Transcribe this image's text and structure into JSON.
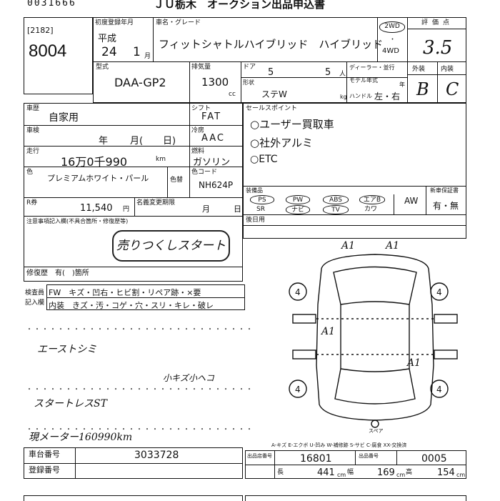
{
  "header": {
    "serial": "0031666",
    "title": "ＪＵ栃木　オークション出品申込書"
  },
  "lot": {
    "code": "[2182]",
    "number": "8004"
  },
  "registration": {
    "label": "初度登録年月",
    "era": "平成",
    "year": "24",
    "month": "1",
    "month_unit": "月"
  },
  "car_name": {
    "label": "車名・グレード",
    "value": "フィットシャトルハイブリッド　ハイブリッド"
  },
  "drive": {
    "option1": "2WD",
    "sep": "・",
    "option2": "4WD"
  },
  "grade": {
    "label": "評価点",
    "value": "3.5"
  },
  "model": {
    "label": "型式",
    "value": "DAA-GP2"
  },
  "displacement": {
    "label": "排気量",
    "value": "1300",
    "unit": "cc"
  },
  "doors": {
    "label": "ドア",
    "value": "5"
  },
  "capacity": {
    "value": "5",
    "unit": "人"
  },
  "dealer_label": "ディーラー・並行",
  "shape_label": "形状",
  "shape_value": "ステW",
  "load_unit": "kg",
  "model_year_label": "モデル年式",
  "model_year_unit": "年",
  "handle": {
    "label": "ハンドル",
    "value": "左・右"
  },
  "exterior": {
    "label": "外装",
    "value": "B"
  },
  "interior": {
    "label": "内装",
    "value": "C"
  },
  "usage": {
    "label": "車歴",
    "value": "自家用"
  },
  "shift": {
    "label": "シフト",
    "value": "FAT"
  },
  "inspection": {
    "label": "車検",
    "year": "年",
    "month": "月(",
    "day": "日)"
  },
  "aircon": {
    "label": "冷房",
    "value": "AAC"
  },
  "mileage": {
    "label": "走行",
    "value": "16万0千990",
    "unit": "km"
  },
  "fuel": {
    "label": "燃料",
    "value": "ガソリン"
  },
  "color": {
    "label": "色",
    "value": "プレミアムホワイト・パール"
  },
  "color_change_label": "色替",
  "color_code": {
    "label": "色コード",
    "value": "NH624P"
  },
  "tax": {
    "label": "R券",
    "value": "11,540",
    "unit": "円"
  },
  "recycle": {
    "label": "名義変更期限",
    "unit": "月",
    "day": "日"
  },
  "notes_label": "注意事項記入欄(不具合箇所・修復歴等)",
  "stamp_text": "売りつくしスタート",
  "repair_label": "修復歴　有(　)箇所",
  "sales_points": {
    "label": "セールスポイント",
    "items": [
      "○ユーザー買取車",
      "○社外アルミ",
      "○ETC"
    ]
  },
  "equipment": {
    "label": "装備品",
    "row1": [
      "PS",
      "PW",
      "ABS",
      "エアB"
    ],
    "row2": [
      "SR",
      "ナビ",
      "TV",
      "カワ"
    ],
    "aw_label": "AW"
  },
  "new_manual": {
    "label": "新車保証書",
    "value": "有・無"
  },
  "other_label": "後日用",
  "condition": {
    "label1": "検査員",
    "label2": "記入欄",
    "row1": "FW　キズ・凹右・ヒビ割・リペア跡・×要",
    "row2": "内装　きズ・汚・コゲ・穴・スリ・キレ・破レ"
  },
  "handwritten": {
    "note1": "エーストシミ",
    "note2": "小キズ小ヘコ",
    "note3": "スタートレスST",
    "note4": "現メーター160990km"
  },
  "diagram": {
    "marks": [
      "A1",
      "A1",
      "A1",
      "A1"
    ],
    "tires": [
      "4",
      "4",
      "4",
      "4"
    ],
    "spare_label": "スペア",
    "legend": "A-キズ E-エクボ U-凹み W-補修跡 S-サビ C-腐食 XX-交換済"
  },
  "footer": {
    "chassis_label": "車台番号",
    "chassis_value": "3033728",
    "reg_label": "登録番号",
    "vendor_label": "出品店番号",
    "vendor_value": "16801",
    "seller_label": "出品番号",
    "seller_value": "0005",
    "length_label": "長",
    "length_value": "441",
    "width_label": "幅",
    "width_value": "169",
    "height_label": "高",
    "height_value": "154",
    "dim_unit": "cm"
  }
}
